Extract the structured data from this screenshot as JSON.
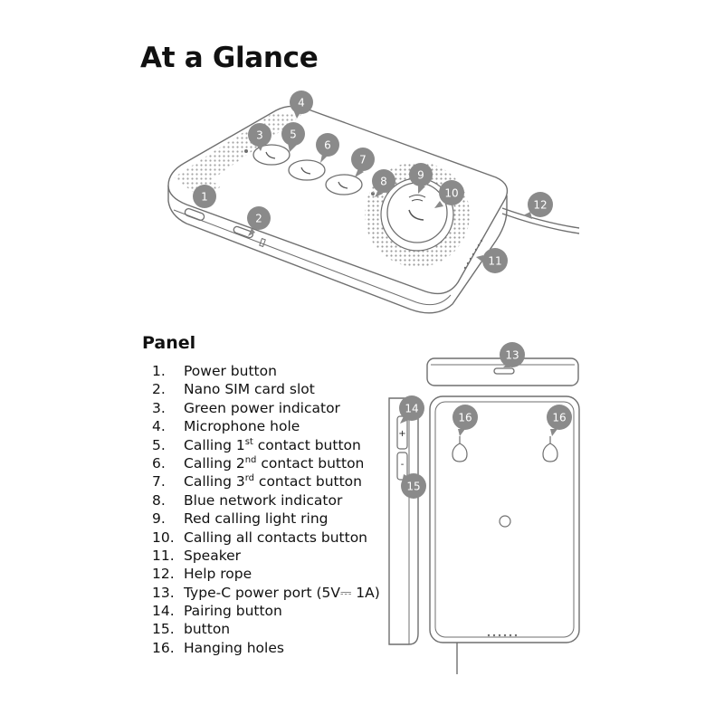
{
  "title": "At a Glance",
  "panel_heading": "Panel",
  "legend": [
    {
      "num": "1.",
      "label": "Power button"
    },
    {
      "num": "2.",
      "label": "Nano SIM card slot"
    },
    {
      "num": "3.",
      "label": "Green power indicator"
    },
    {
      "num": "4.",
      "label": "Microphone hole"
    },
    {
      "num": "5.",
      "parts": [
        "Calling 1",
        "st",
        " contact button"
      ]
    },
    {
      "num": "6.",
      "parts": [
        "Calling 2",
        "nd",
        " contact button"
      ]
    },
    {
      "num": "7.",
      "parts": [
        "Calling 3",
        "rd",
        " contact button"
      ]
    },
    {
      "num": "8.",
      "label": "Blue network indicator"
    },
    {
      "num": "9.",
      "label": "Red calling light ring"
    },
    {
      "num": "10.",
      "label": "Calling all contacts button"
    },
    {
      "num": "11.",
      "label": "Speaker"
    },
    {
      "num": "12.",
      "label": "Help rope"
    },
    {
      "num": "13.",
      "label": "Type-C power port (5V⎓ 1A)"
    },
    {
      "num": "14.",
      "label": "Pairing button"
    },
    {
      "num": "15.",
      "label": "button"
    },
    {
      "num": "16.",
      "label": "Hanging holes"
    }
  ],
  "callouts": {
    "c1": "1",
    "c2": "2",
    "c3": "3",
    "c4": "4",
    "c5": "5",
    "c6": "6",
    "c7": "7",
    "c8": "8",
    "c9": "9",
    "c10": "10",
    "c11": "11",
    "c12": "12",
    "c13": "13",
    "c14": "14",
    "c15": "15",
    "c16a": "16",
    "c16b": "16"
  },
  "side_labels": {
    "plus": "+",
    "minus": "-"
  },
  "colors": {
    "callout_fill": "#8a8a8a",
    "outline": "#6f6f6f",
    "speaker_dots": "#9a9a9a"
  }
}
